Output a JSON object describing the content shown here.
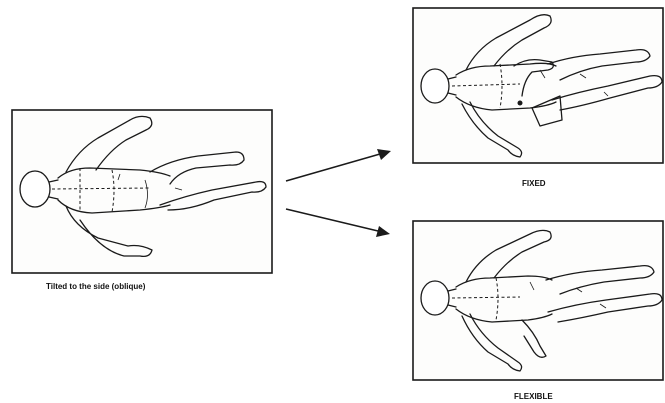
{
  "captions": {
    "left": "Tilted to the side (oblique)",
    "top_right": "FIXED",
    "bottom_right": "FLEXIBLE"
  },
  "panels": [
    {
      "id": "oblique",
      "description_key": "left"
    },
    {
      "id": "fixed",
      "description_key": "top_right"
    },
    {
      "id": "flexible",
      "description_key": "bottom_right"
    }
  ]
}
